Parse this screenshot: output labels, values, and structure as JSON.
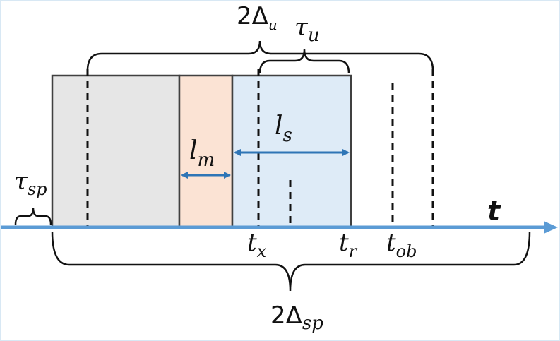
{
  "labels": {
    "two_delta_u": {
      "prefix": "2Δ",
      "sub": "u"
    },
    "tau_u": {
      "main": "τ",
      "sub": "u"
    },
    "tau_sp": {
      "main": "τ",
      "sub": "sp"
    },
    "l_m": {
      "main": "l",
      "sub": "m"
    },
    "l_s": {
      "main": "l",
      "sub": "s"
    },
    "t_x": {
      "main": "t",
      "sub": "x"
    },
    "t_r": {
      "main": "t",
      "sub": "r"
    },
    "t_ob": {
      "main": "t",
      "sub": "ob"
    },
    "two_delta_sp": {
      "prefix": "2Δ",
      "sub": "sp"
    },
    "axis_t": "t"
  },
  "colors": {
    "gray_block": "#e6e6e6",
    "orange_block": "#fbe3d4",
    "blue_block": "#deebf7",
    "block_border": "#404040",
    "axis": "#5b9bd5",
    "arrow": "#2e75b6",
    "frame": "#d8e8f4"
  }
}
